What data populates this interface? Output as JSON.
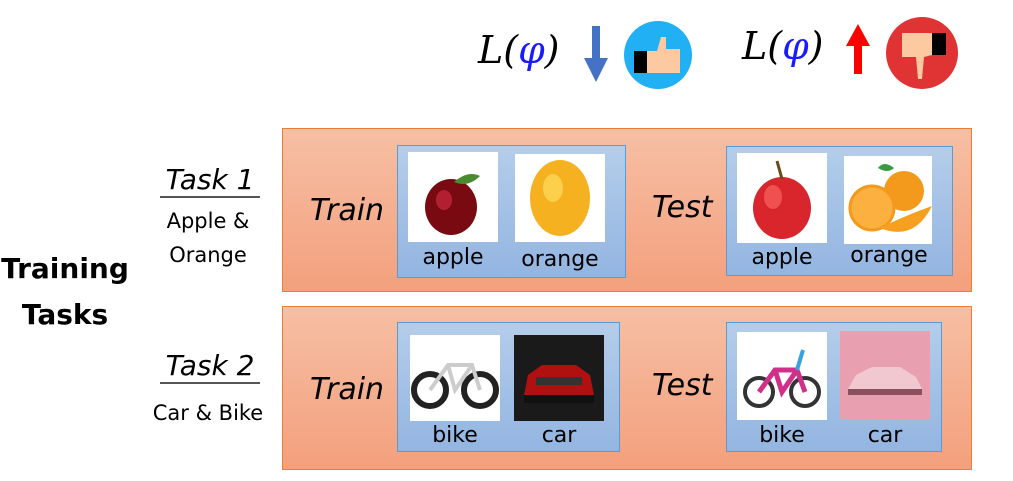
{
  "legend": {
    "good": {
      "expr_L": "L(",
      "expr_phi": "φ",
      "expr_close": ")",
      "arrow": "down",
      "icon": "thumbs-up",
      "color": "#22b0f5"
    },
    "bad": {
      "expr_L": "L(",
      "expr_phi": "φ",
      "expr_close": ")",
      "arrow": "up",
      "icon": "thumbs-down",
      "color": "#e03434"
    }
  },
  "side_label": {
    "line1": "Training",
    "line2": "Tasks"
  },
  "tasks": [
    {
      "title": "Task 1",
      "subtitle_line1": "Apple &",
      "subtitle_line2": "Orange",
      "train_label": "Train",
      "test_label": "Test",
      "train_items": [
        "apple",
        "orange"
      ],
      "test_items": [
        "apple",
        "orange"
      ]
    },
    {
      "title": "Task 2",
      "subtitle_line1": "Car & Bike",
      "train_label": "Train",
      "test_label": "Test",
      "train_items": [
        "bike",
        "car"
      ],
      "test_items": [
        "bike",
        "car"
      ]
    }
  ]
}
